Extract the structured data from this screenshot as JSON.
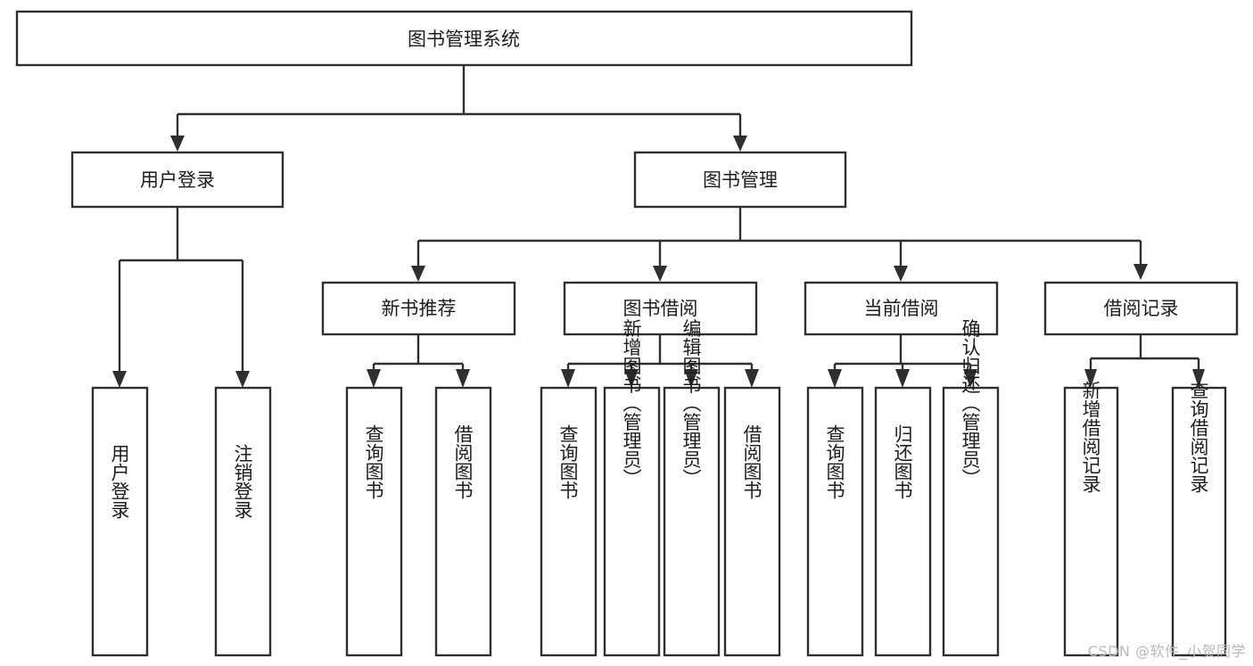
{
  "diagram": {
    "type": "tree-hierarchy",
    "title": "图书管理系统",
    "watermark": "CSDN @软件_小贺同学",
    "colors": {
      "box_stroke": "#2f2f2f",
      "box_fill": "#ffffff",
      "text": "#1d1d1d",
      "background": "#ffffff",
      "watermark": "#b9b9b9"
    },
    "nodes": {
      "root": {
        "label": "图书管理系统",
        "level": 1,
        "orientation": "horizontal"
      },
      "l2": [
        {
          "id": "user-login",
          "label": "用户登录",
          "level": 2,
          "orientation": "horizontal"
        },
        {
          "id": "book-manage",
          "label": "图书管理",
          "level": 2,
          "orientation": "horizontal"
        }
      ],
      "l3": [
        {
          "id": "new-book-rec",
          "label": "新书推荐",
          "level": 3,
          "orientation": "horizontal",
          "parent": "book-manage"
        },
        {
          "id": "book-borrow",
          "label": "图书借阅",
          "level": 3,
          "orientation": "horizontal",
          "parent": "book-manage"
        },
        {
          "id": "current-borrow",
          "label": "当前借阅",
          "level": 3,
          "orientation": "horizontal",
          "parent": "book-manage"
        },
        {
          "id": "borrow-record",
          "label": "借阅记录",
          "level": 3,
          "orientation": "horizontal",
          "parent": "book-manage"
        }
      ],
      "leaves": [
        {
          "id": "leaf-user-login",
          "label": "用户登录",
          "parent": "user-login",
          "orientation": "vertical"
        },
        {
          "id": "leaf-logout-login",
          "label": "注销登录",
          "parent": "user-login",
          "orientation": "vertical"
        },
        {
          "id": "leaf-query-book-1",
          "label": "查询图书",
          "parent": "new-book-rec",
          "orientation": "vertical"
        },
        {
          "id": "leaf-borrow-book-1",
          "label": "借阅图书",
          "parent": "new-book-rec",
          "orientation": "vertical"
        },
        {
          "id": "leaf-query-book-2",
          "label": "查询图书",
          "parent": "book-borrow",
          "orientation": "vertical"
        },
        {
          "id": "leaf-add-book",
          "label": "新增图书（管理员）",
          "parent": "book-borrow",
          "orientation": "vertical"
        },
        {
          "id": "leaf-edit-book",
          "label": "编辑图书（管理员）",
          "parent": "book-borrow",
          "orientation": "vertical"
        },
        {
          "id": "leaf-borrow-book-2",
          "label": "借阅图书",
          "parent": "book-borrow",
          "orientation": "vertical"
        },
        {
          "id": "leaf-query-book-3",
          "label": "查询图书",
          "parent": "current-borrow",
          "orientation": "vertical"
        },
        {
          "id": "leaf-return-book",
          "label": "归还图书",
          "parent": "current-borrow",
          "orientation": "vertical"
        },
        {
          "id": "leaf-confirm-return",
          "label": "确认归还（管理员）",
          "parent": "current-borrow",
          "orientation": "vertical"
        },
        {
          "id": "leaf-add-record",
          "label": "新增借阅记录",
          "parent": "borrow-record",
          "orientation": "vertical"
        },
        {
          "id": "leaf-query-record",
          "label": "查询借阅记录",
          "parent": "borrow-record",
          "orientation": "vertical"
        }
      ]
    }
  }
}
